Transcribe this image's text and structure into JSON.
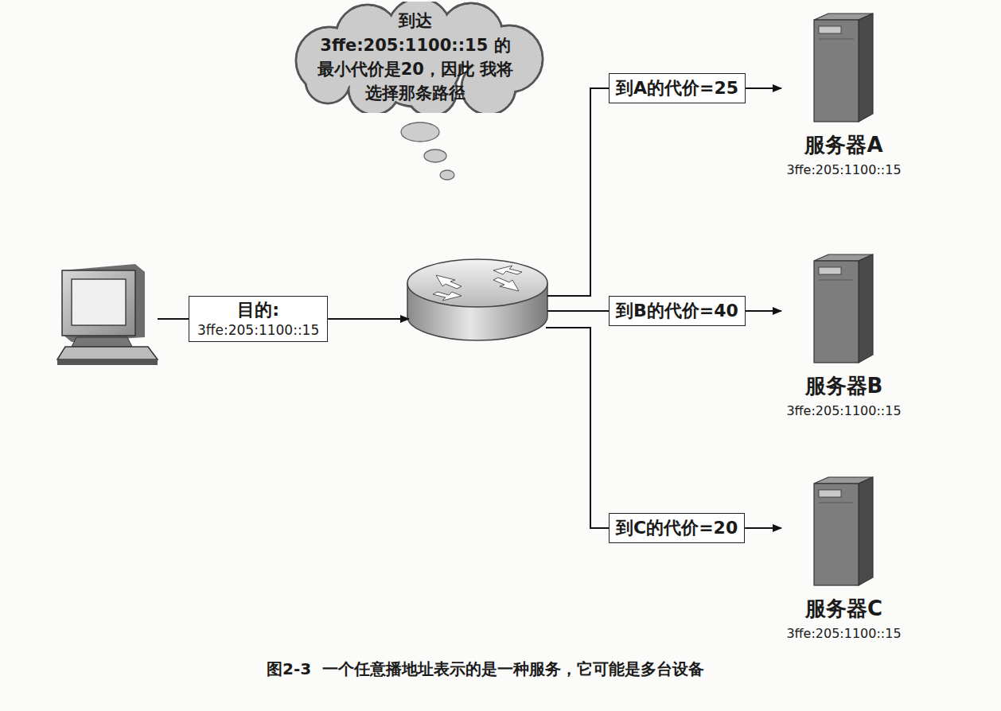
{
  "diagram": {
    "caption": "图2-3  一个任意播地址表示的是一种服务，它可能是多台设备",
    "nodes": [
      {
        "text": [
          "到达3ffe:205:1100::15 的最小代价是20，因此 我将选择那条路径"
        ]
      },
      {
        "text": [
          "目的:",
          "3ffe:205:1100::15"
        ]
      },
      {
        "text": [
          "到A的代价=25"
        ]
      },
      {
        "text": [
          "服务器A",
          "3ffe:205:1100::15"
        ]
      },
      {
        "text": [
          "到B的代价=40"
        ]
      },
      {
        "text": [
          "服务器B",
          "3ffe:205:1100::15"
        ]
      },
      {
        "text": [
          "到C的代价=20"
        ]
      },
      {
        "text": [
          "服务器C",
          "3ffe:205:1100::15"
        ]
      }
    ],
    "edges": [
      {
        "from": 2,
        "to": 3,
        "arrow": "to"
      },
      {
        "from": 4,
        "to": 5,
        "arrow": "to"
      },
      {
        "from": 6,
        "to": 7,
        "arrow": "to"
      }
    ]
  }
}
